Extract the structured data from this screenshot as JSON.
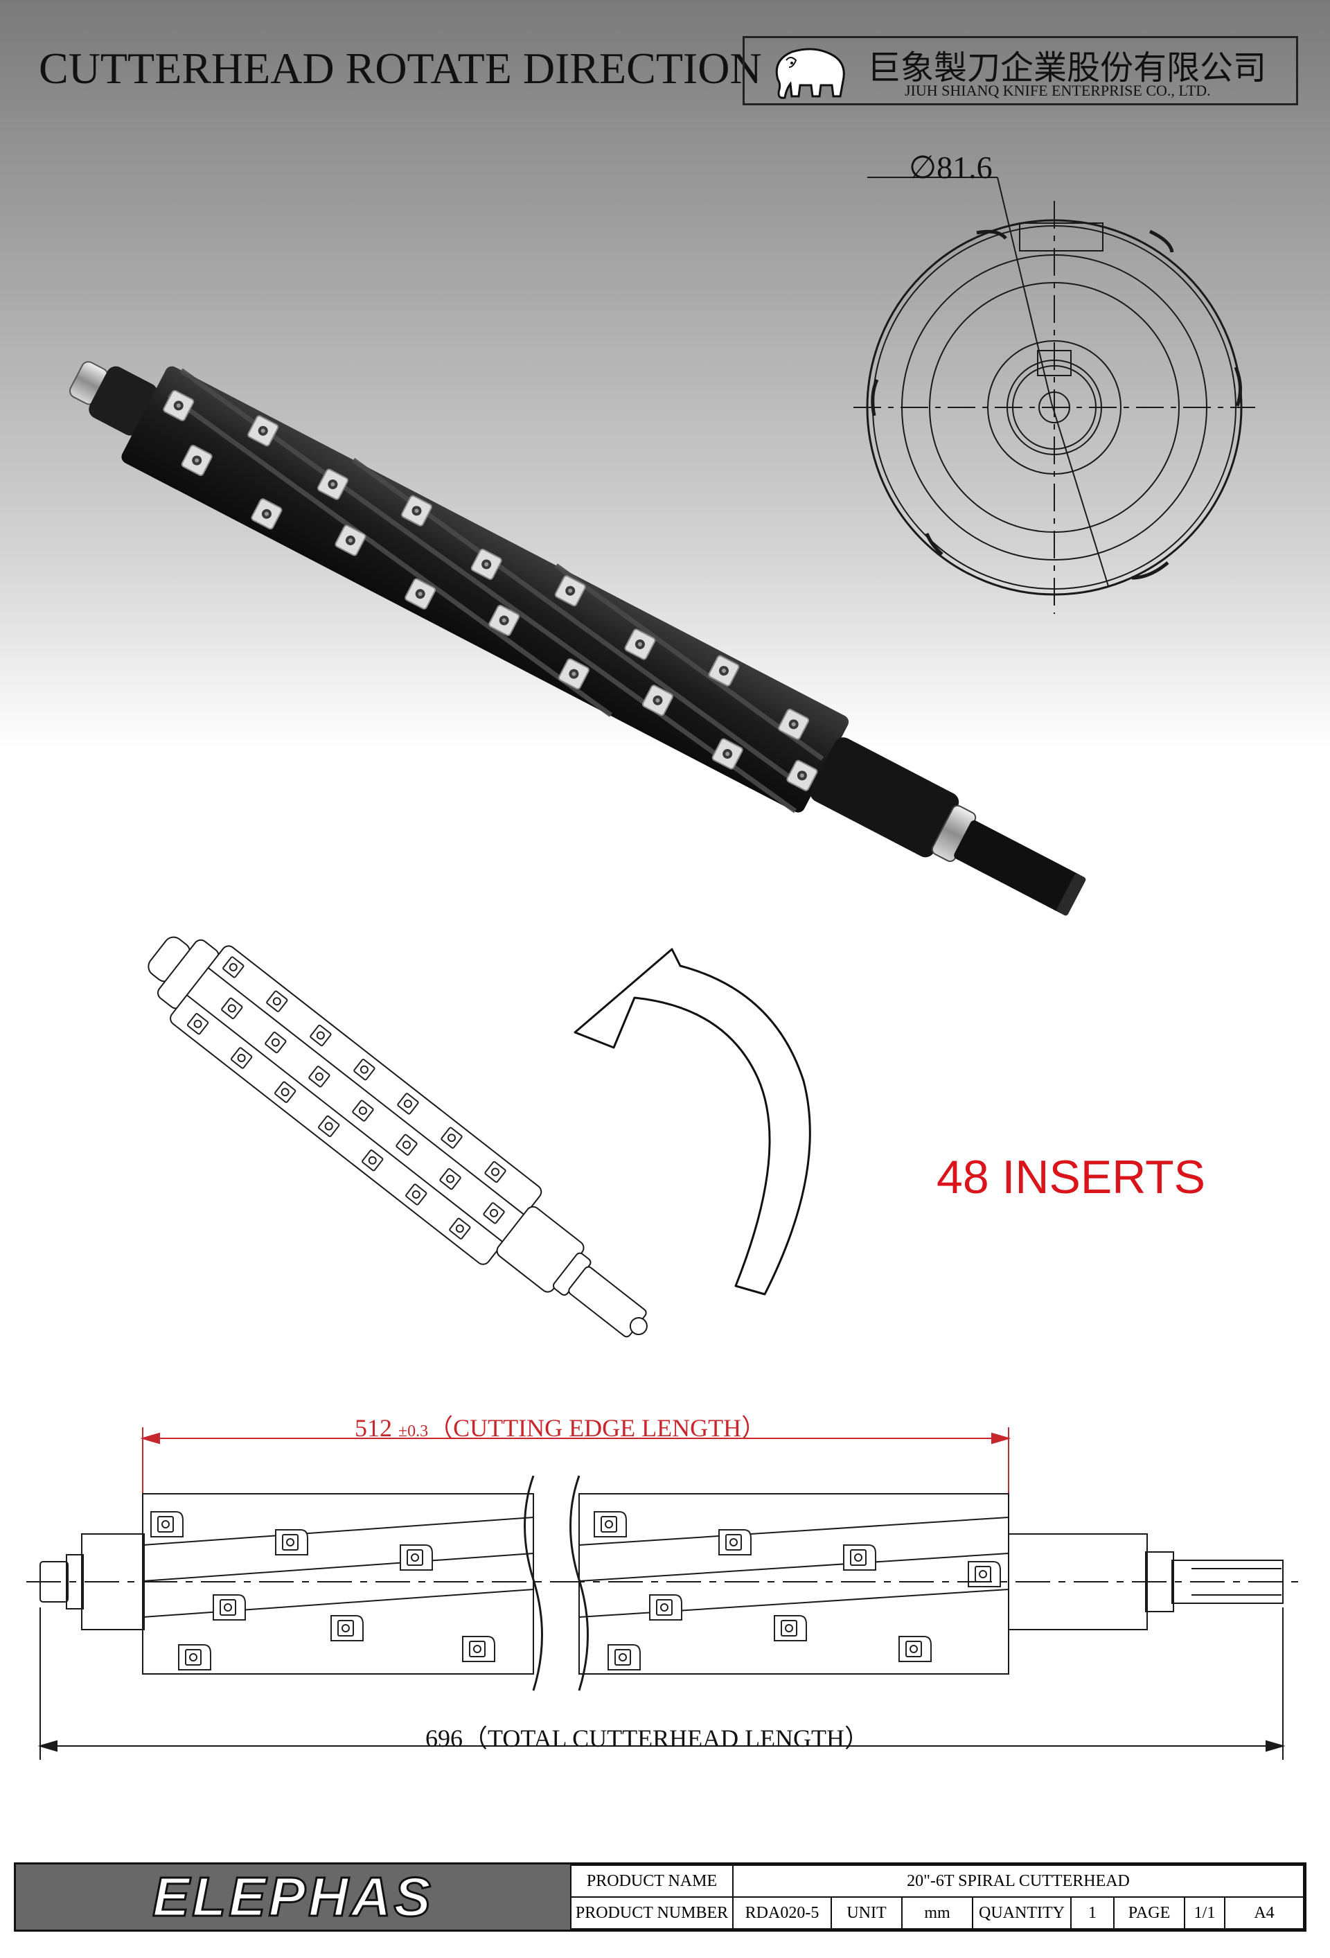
{
  "header": {
    "title": "CUTTERHEAD ROTATE DIRECTION",
    "company_zh": "巨象製刀企業股份有限公司",
    "company_en": "JIUH SHIANQ KNIFE ENTERPRISE CO., LTD."
  },
  "dims": {
    "diameter": "∅81.6",
    "cutting_edge_value": "512",
    "cutting_edge_tol": "±0.3",
    "cutting_edge_label": "（CUTTING EDGE LENGTH）",
    "total_length": "696（TOTAL CUTTERHEAD LENGTH）"
  },
  "callout": {
    "inserts": "48 INSERTS"
  },
  "colors": {
    "callout_red": "#d9141b",
    "dimension_red": "#c6262c",
    "title_block_grey": "#686868"
  },
  "title_block": {
    "brand": "ELEPHAS",
    "product_name_label": "PRODUCT NAME",
    "product_name": "20\"-6T SPIRAL CUTTERHEAD",
    "product_number_label": "PRODUCT NUMBER",
    "product_number": "RDA020-5",
    "unit_label": "UNIT",
    "unit": "mm",
    "quantity_label": "QUANTITY",
    "quantity": "1",
    "page_label": "PAGE",
    "page": "1/1",
    "paper": "A4"
  }
}
